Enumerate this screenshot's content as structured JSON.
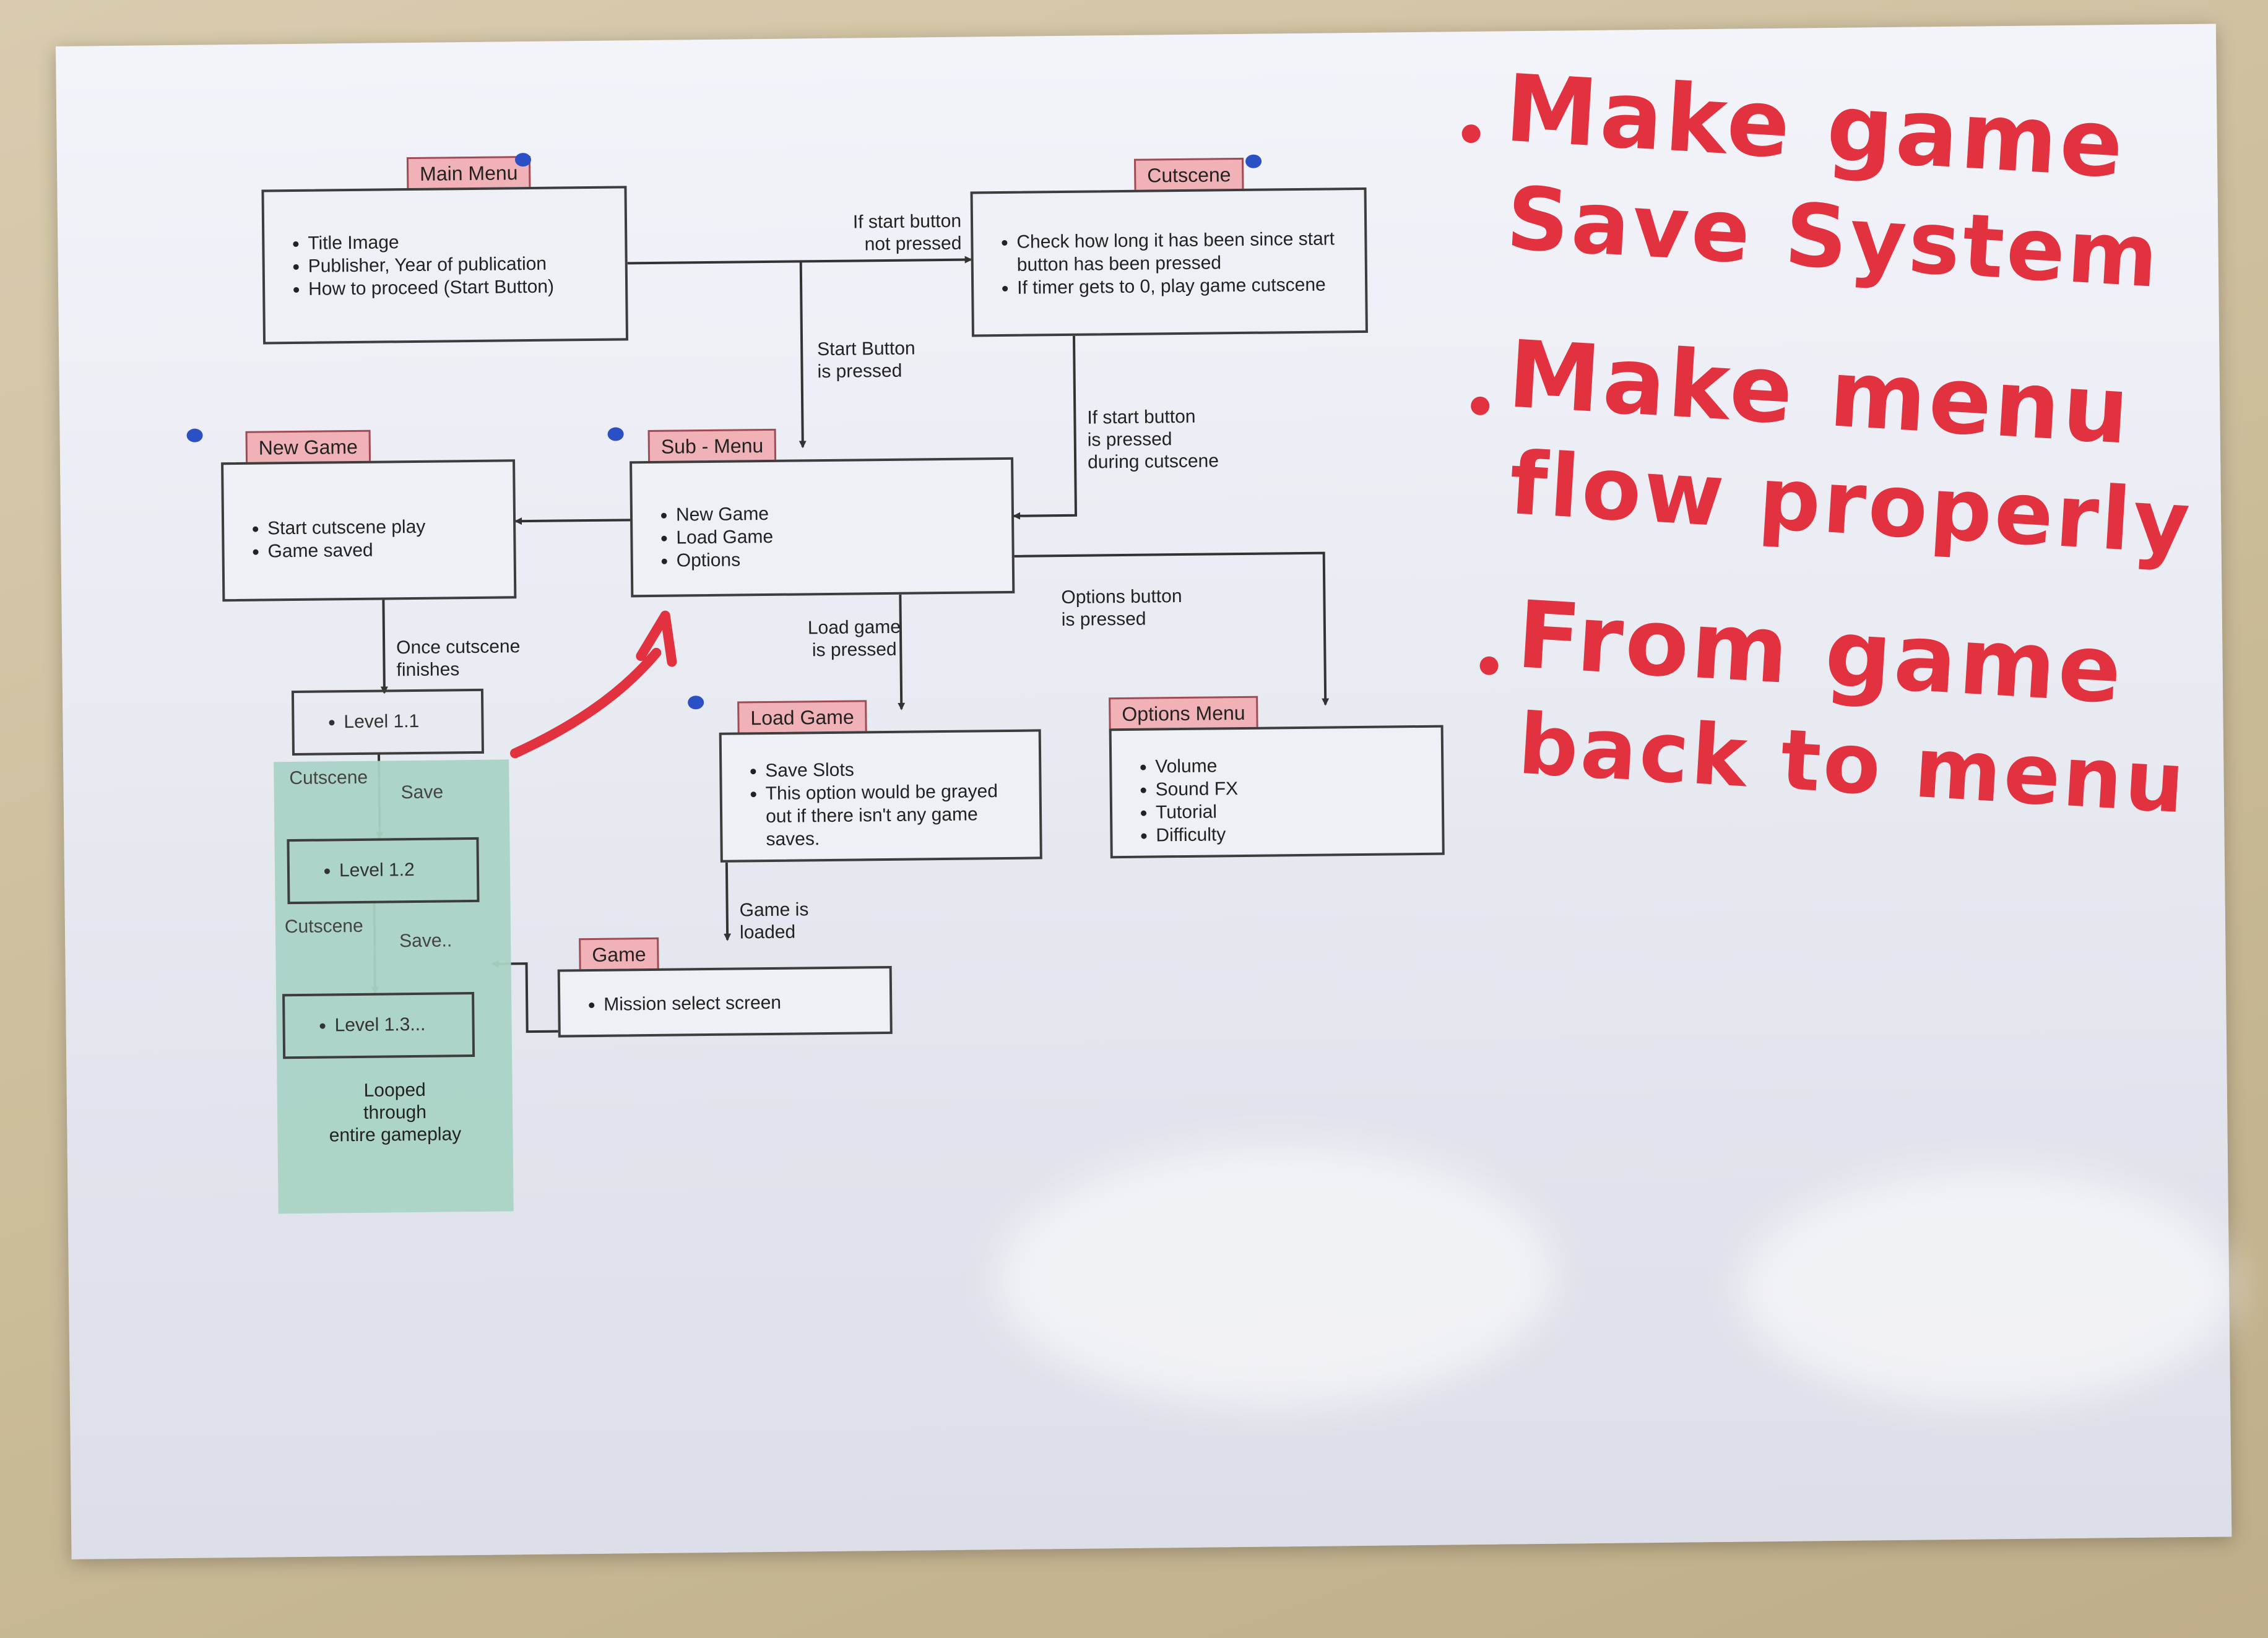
{
  "nodes": {
    "main_menu": {
      "title": "Main Menu",
      "items": [
        "Title Image",
        "Publisher, Year of publication",
        "How to proceed (Start Button)"
      ]
    },
    "cutscene": {
      "title": "Cutscene",
      "items": [
        "Check how long it has been since start button has been pressed",
        "If timer gets to 0, play game cutscene"
      ]
    },
    "new_game": {
      "title": "New Game",
      "items": [
        "Start cutscene play",
        "Game saved"
      ]
    },
    "sub_menu": {
      "title": "Sub - Menu",
      "items": [
        "New Game",
        "Load Game",
        "Options"
      ]
    },
    "load_game": {
      "title": "Load Game",
      "items": [
        "Save Slots",
        "This option would be grayed out if there isn't any game saves."
      ]
    },
    "options_menu": {
      "title": "Options Menu",
      "items": [
        "Volume",
        "Sound FX",
        "Tutorial",
        "Difficulty"
      ]
    },
    "game": {
      "title": "Game",
      "items": [
        "Mission select screen"
      ]
    },
    "level_1_1": "Level 1.1",
    "level_1_2": "Level 1.2",
    "level_1_3": "Level 1.3..."
  },
  "edges": {
    "start_not_pressed": "If start button\nnot pressed",
    "start_pressed": "Start Button\nis pressed",
    "start_during_cutscene": "If start button\nis pressed\nduring cutscene",
    "options_pressed": "Options button\nis pressed",
    "load_pressed": "Load game\nis pressed",
    "cutscene_finishes": "Once cutscene\nfinishes",
    "game_loaded": "Game is\nloaded",
    "cutscene_1": "Cutscene",
    "save_1": "Save",
    "cutscene_2": "Cutscene",
    "save_2": "Save.."
  },
  "loop_note": "Looped\nthrough\nentire gameplay",
  "handwritten": {
    "note_1_line_1": "Make game",
    "note_1_line_2": "Save System",
    "note_2_line_1": "Make menu",
    "note_2_line_2": "flow properly",
    "note_3_line_1": "From game",
    "note_3_line_2": "back to menu"
  },
  "colors": {
    "tag_fill": "#f1b2b7",
    "level_panel": "#a9d3c5",
    "marker_red": "#e2323f",
    "pin_blue": "#2b4fc4"
  }
}
